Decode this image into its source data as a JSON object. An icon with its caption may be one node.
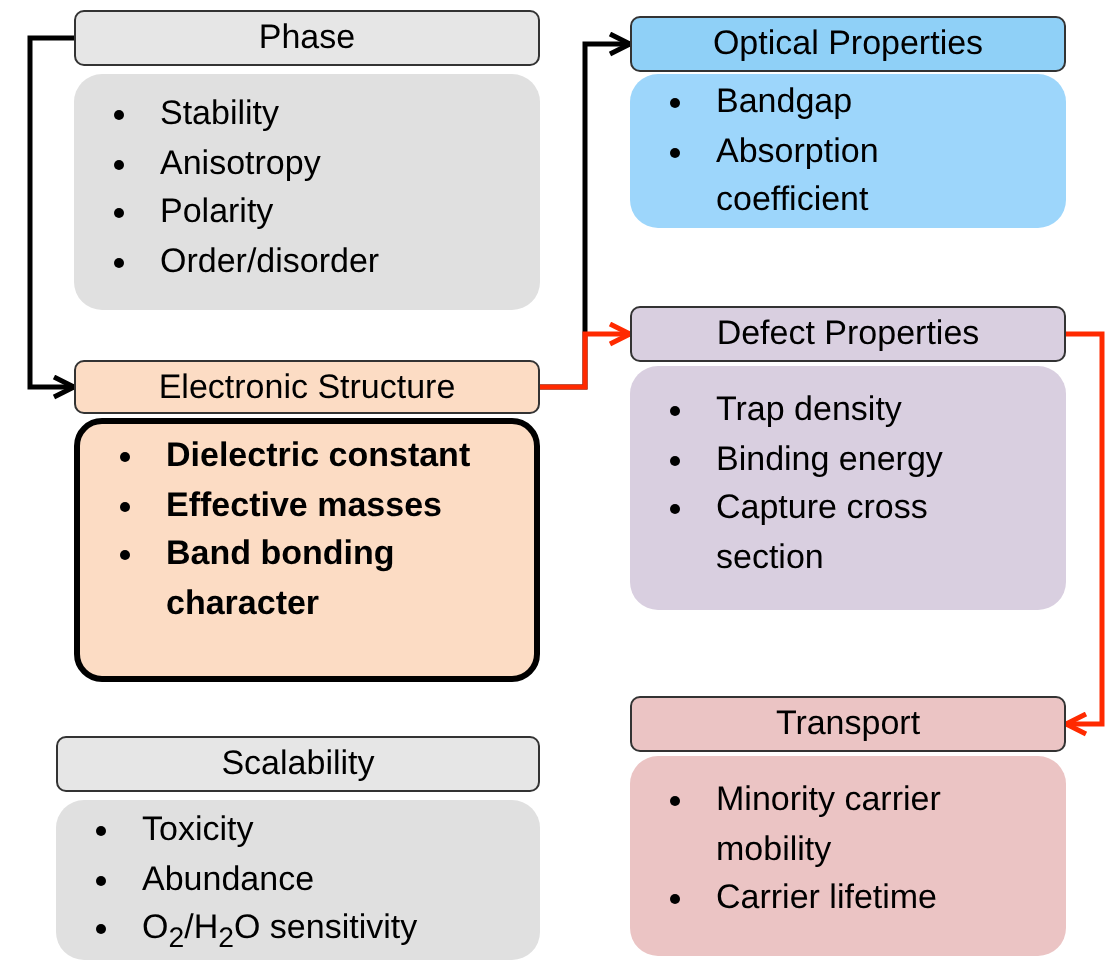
{
  "diagram": {
    "nodes": [
      {
        "text": [
          "Phase"
        ]
      },
      {
        "text": [
          "Stability",
          "Anisotropy",
          "Polarity",
          "Order/disorder"
        ]
      },
      {
        "text": [
          "Electronic Structure"
        ]
      },
      {
        "text": [
          "Dielectric constant",
          "Effective masses",
          "Band bonding character"
        ]
      },
      {
        "text": [
          "Scalability"
        ]
      },
      {
        "text": [
          "Toxicity",
          "Abundance",
          "O$_{2}$/H$_{2}$O sensitivity"
        ]
      },
      {
        "text": [
          "Optical Properties"
        ]
      },
      {
        "text": [
          "Bandgap",
          "Absorption coefficient"
        ]
      },
      {
        "text": [
          "Defect Properties"
        ]
      },
      {
        "text": [
          "Trap density",
          "Binding energy",
          "Capture cross section"
        ]
      },
      {
        "text": [
          "Transport"
        ]
      },
      {
        "text": [
          "Minority carrier mobility",
          "Carrier lifetime"
        ]
      }
    ],
    "edges": [
      {
        "from": 0,
        "to": 2,
        "arrow": "to"
      },
      {
        "from": 2,
        "to": 6,
        "arrow": "to"
      },
      {
        "from": 2,
        "to": 8,
        "arrow": "to",
        "color": "#ff2a00"
      },
      {
        "from": 8,
        "to": 10,
        "arrow": "to",
        "color": "#ff2a00"
      }
    ]
  }
}
